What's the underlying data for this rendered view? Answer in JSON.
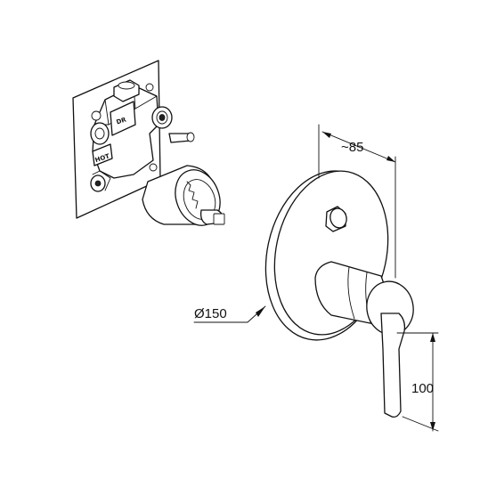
{
  "dimensions": {
    "plate_diameter": "Ø150",
    "depth": "~85",
    "lever_height": "100"
  },
  "valve_markings": {
    "outlet_label": "DR",
    "hot_label": "HOT"
  }
}
